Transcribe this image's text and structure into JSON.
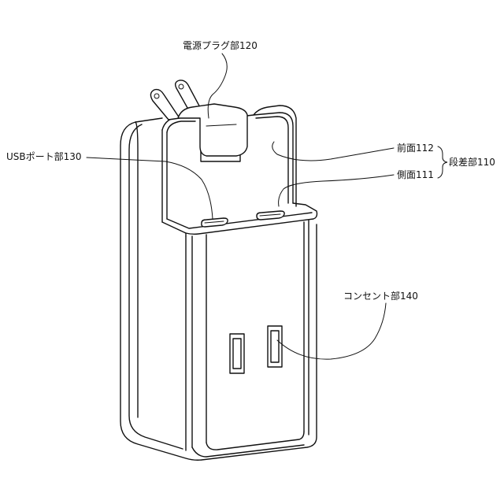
{
  "labels": {
    "power_plug": "電源プラグ部120",
    "usb_port": "USBポート部130",
    "front_face": "前面112",
    "side_face": "側面111",
    "step": "段差部110",
    "outlet": "コンセント部140"
  }
}
